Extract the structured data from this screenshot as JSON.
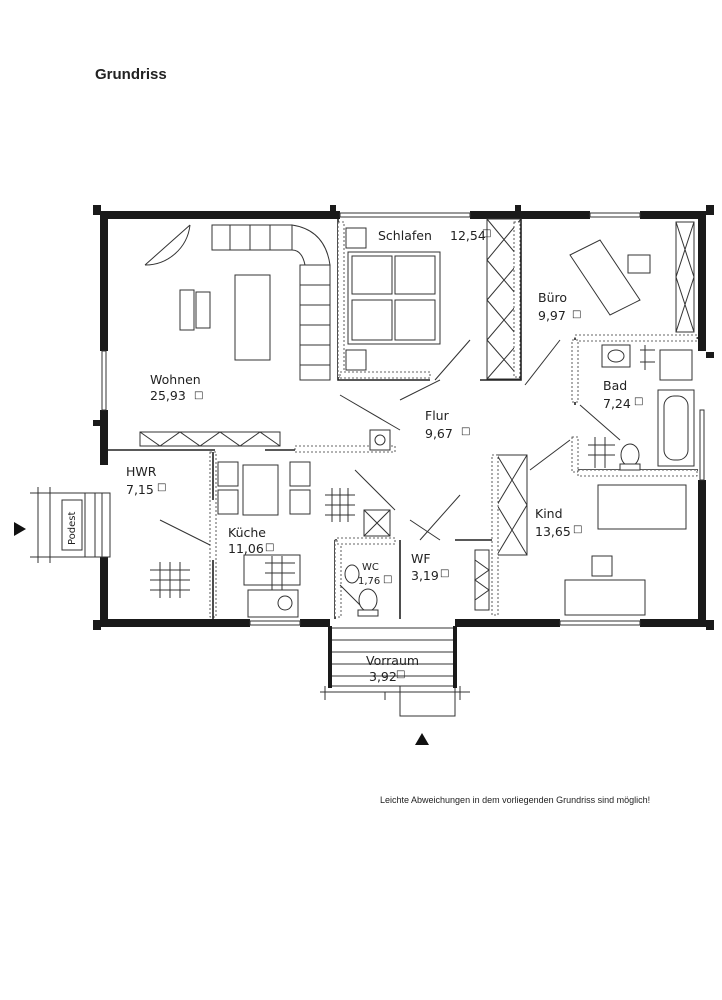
{
  "header": {
    "title": "Grundriss"
  },
  "footer": {
    "note": "Leichte Abweichungen in dem vorliegenden Grundriss sind möglich!"
  },
  "rooms": {
    "wohnen": {
      "name": "Wohnen",
      "area": "25,93"
    },
    "schlafen": {
      "name": "Schlafen",
      "area": "12,54"
    },
    "buero": {
      "name": "Büro",
      "area": "9,97"
    },
    "bad": {
      "name": "Bad",
      "area": "7,24"
    },
    "flur": {
      "name": "Flur",
      "area": "9,67"
    },
    "hwr": {
      "name": "HWR",
      "area": "7,15"
    },
    "kueche": {
      "name": "Küche",
      "area": "11,06"
    },
    "wc": {
      "name": "WC",
      "area": "1,76"
    },
    "wf": {
      "name": "WF",
      "area": "3,19"
    },
    "kind": {
      "name": "Kind",
      "area": "13,65"
    },
    "vorraum": {
      "name": "Vorraum",
      "area": "3,92"
    },
    "podest": {
      "name": "Podest"
    }
  },
  "symbols": {
    "area_unit": "□",
    "entrance_marker": "entrance-arrow"
  }
}
